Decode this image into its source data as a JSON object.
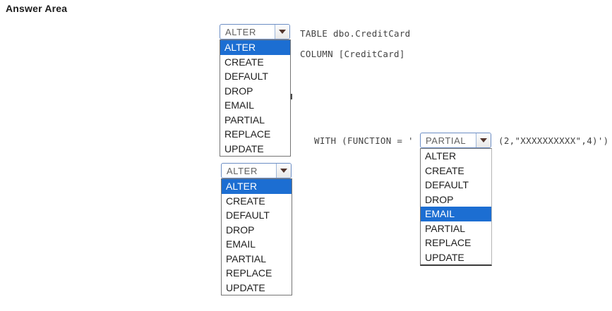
{
  "header": {
    "title": "Answer Area"
  },
  "statement": {
    "table_line": "TABLE dbo.CreditCard",
    "column_line": "COLUMN [CreditCard]",
    "with_prefix": "WITH (FUNCTION = '",
    "with_suffix": "(2,\"XXXXXXXXXX\",4)')"
  },
  "dropdowns": [
    {
      "name": "statement-keyword-dropdown",
      "selected": "ALTER",
      "highlighted_option": "ALTER",
      "options": [
        "ALTER",
        "CREATE",
        "DEFAULT",
        "DROP",
        "EMAIL",
        "PARTIAL",
        "REPLACE",
        "UPDATE"
      ]
    },
    {
      "name": "column-keyword-dropdown",
      "selected": "ALTER",
      "highlighted_option": "ALTER",
      "options": [
        "ALTER",
        "CREATE",
        "DEFAULT",
        "DROP",
        "EMAIL",
        "PARTIAL",
        "REPLACE",
        "UPDATE"
      ]
    },
    {
      "name": "mask-function-dropdown",
      "selected": "PARTIAL",
      "highlighted_option": "EMAIL",
      "options": [
        "ALTER",
        "CREATE",
        "DEFAULT",
        "DROP",
        "EMAIL",
        "PARTIAL",
        "REPLACE",
        "UPDATE"
      ]
    }
  ],
  "colors": {
    "highlight_blue": "#1c6ed2",
    "highlight_text": "#ffffff",
    "combo_border": "#6b8dc4",
    "arrow_color": "#53362e",
    "list_border": "#757575",
    "code_text": "#424242",
    "title_text": "#1c1c1c"
  }
}
